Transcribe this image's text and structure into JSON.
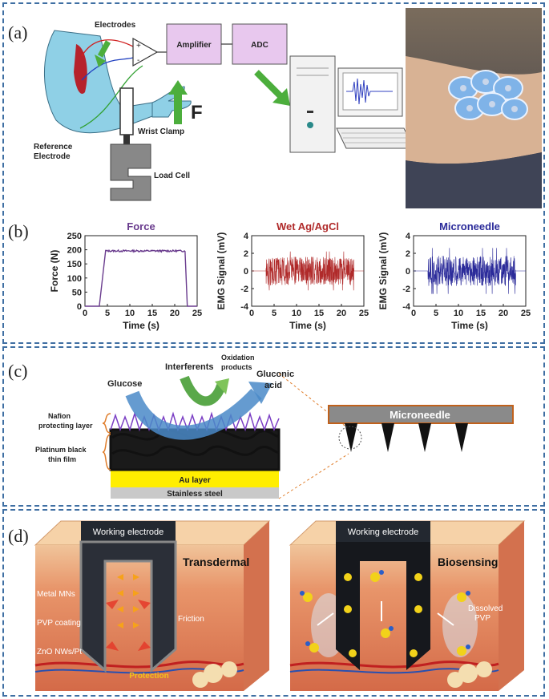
{
  "panel_a": {
    "label": "(a)",
    "electrodes": "Electrodes",
    "amplifier": "Amplifier",
    "adc": "ADC",
    "plus": "+",
    "minus": "-",
    "force_symbol": "F",
    "wrist_clamp": "Wrist Clamp",
    "reference_line1": "Reference",
    "reference_line2": "Electrode",
    "load_cell": "Load Cell"
  },
  "panel_b": {
    "label": "(b)"
  },
  "chart_data": [
    {
      "type": "line",
      "title": "Force",
      "xlabel": "Time (s)",
      "ylabel": "Force (N)",
      "xlim": [
        0,
        25
      ],
      "ylim": [
        0,
        250
      ],
      "xticks": [
        0,
        5,
        10,
        15,
        20,
        25
      ],
      "yticks": [
        0,
        50,
        100,
        150,
        200,
        250
      ],
      "color": "#6a3c8e",
      "signal": {
        "kind": "step",
        "rise_start": 3.2,
        "plateau_start": 4.6,
        "fall_start": 22.3,
        "fall_end": 22.8,
        "baseline": 0,
        "plateau": 196,
        "noise": 6
      }
    },
    {
      "type": "line",
      "title": "Wet Ag/AgCl",
      "xlabel": "Time (s)",
      "ylabel": "EMG Signal (mV)",
      "xlim": [
        0,
        25
      ],
      "ylim": [
        -4,
        4
      ],
      "xticks": [
        0,
        5,
        10,
        15,
        20,
        25
      ],
      "yticks": [
        -4,
        -2,
        0,
        2,
        4
      ],
      "color": "#b02a2a",
      "signal": {
        "kind": "burst",
        "start": 3.2,
        "end": 22.8,
        "amplitude": 1.6,
        "peak": 2.2
      }
    },
    {
      "type": "line",
      "title": "Microneedle",
      "xlabel": "Time (s)",
      "ylabel": "EMG Signal (mV)",
      "xlim": [
        0,
        25
      ],
      "ylim": [
        -4,
        4
      ],
      "xticks": [
        0,
        5,
        10,
        15,
        20,
        25
      ],
      "yticks": [
        -4,
        -2,
        0,
        2,
        4
      ],
      "color": "#2b2b9a",
      "signal": {
        "kind": "burst",
        "start": 3.2,
        "end": 22.8,
        "amplitude": 1.7,
        "peak": 2.6
      }
    }
  ],
  "panel_c": {
    "label": "(c)",
    "interferents": "Interferents",
    "oxidation_line1": "Oxidation",
    "oxidation_line2": "products",
    "glucose": "Glucose",
    "gluconic_line1": "Gluconic",
    "gluconic_line2": "acid",
    "nafion_line1": "Nafion",
    "nafion_line2": "protecting layer",
    "platinum_line1": "Platinum black",
    "platinum_line2": "thin film",
    "au_layer": "Au layer",
    "stainless": "Stainless steel",
    "microneedle": "Microneedle"
  },
  "panel_d": {
    "label": "(d)",
    "working_electrode_left": "Working electrode",
    "transdermal": "Transdermal",
    "metal_mns": "Metal MNs",
    "pvp_coating": "PVP coating",
    "zno": "ZnO NWs/Pt",
    "friction": "Friction",
    "protection": "Protection",
    "working_electrode_right": "Working electrode",
    "biosensing": "Biosensing",
    "dissolved_line1": "Dissolved",
    "dissolved_line2": "PVP"
  }
}
